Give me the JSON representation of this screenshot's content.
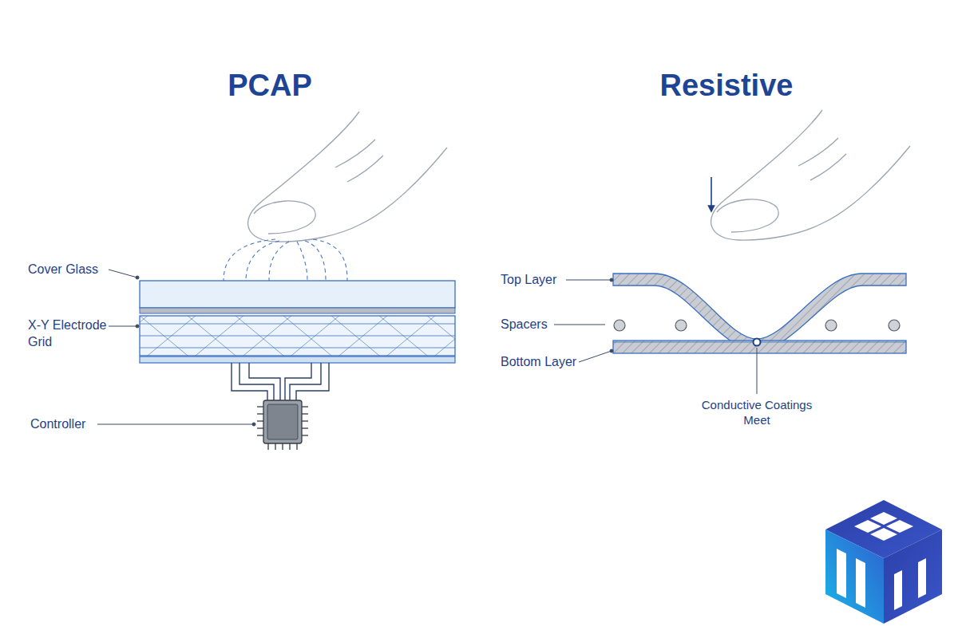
{
  "diagram": {
    "labels": [
      "PCAP",
      "Resistive",
      "Cover Glass",
      "X-Y Electrode Grid",
      "Controller",
      "Top Layer",
      "Spacers",
      "Bottom Layer",
      "Conductive Coatings Meet"
    ]
  }
}
